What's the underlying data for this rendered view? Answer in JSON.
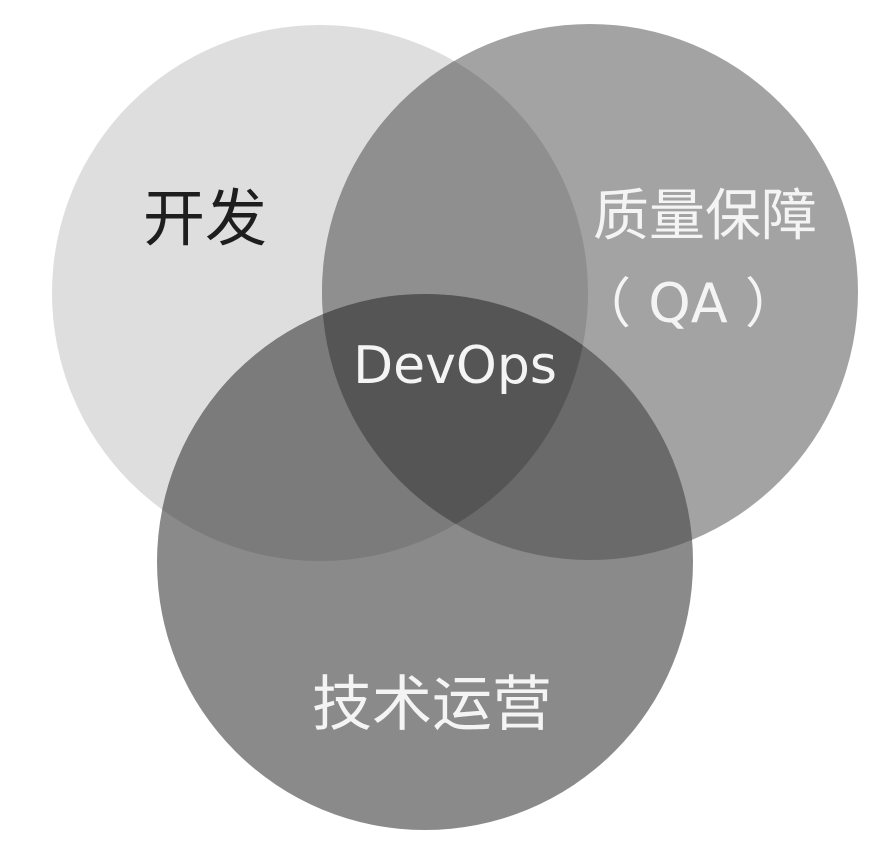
{
  "diagram": {
    "type": "venn",
    "sets": [
      {
        "id": "dev",
        "label": "开发",
        "fill": "#dedede",
        "text_color": "#1e1e1e"
      },
      {
        "id": "qa",
        "label_line1": "质量保障",
        "label_line2": "（ QA ）",
        "fill": "#a3a3a3",
        "text_color": "#f4f4f4"
      },
      {
        "id": "ops",
        "label": "技术运营",
        "fill": "#8a8a8a",
        "text_color": "#f4f4f4"
      }
    ],
    "intersections": {
      "dev_qa": "#8f8f8f",
      "dev_ops": "#7b7b7b",
      "qa_ops": "#6a6a6a",
      "center": {
        "label": "DevOps",
        "fill": "#555555",
        "text_color": "#f4f4f4"
      }
    }
  }
}
